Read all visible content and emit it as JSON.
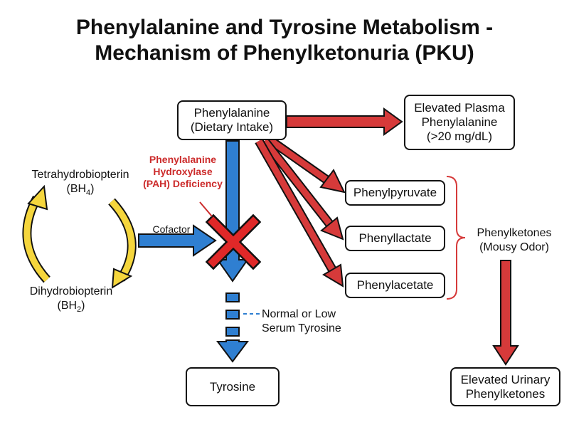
{
  "title": {
    "line1": "Phenylalanine and Tyrosine Metabolism -",
    "line2": "Mechanism of Phenylketonuria (PKU)"
  },
  "nodes": {
    "phenylalanine": {
      "line1": "Phenylalanine",
      "line2": "(Dietary Intake)"
    },
    "elevated_plasma": {
      "line1": "Elevated Plasma",
      "line2": "Phenylalanine",
      "line3": "(>20 mg/dL)"
    },
    "phenylpyruvate": "Phenylpyruvate",
    "phenyllactate": "Phenyllactate",
    "phenylacetate": "Phenylacetate",
    "tyrosine": "Tyrosine",
    "elevated_urinary": {
      "line1": "Elevated Urinary",
      "line2": "Phenylketones"
    }
  },
  "labels": {
    "bh4": {
      "name": "Tetrahydrobiopterin",
      "abbr": "BH",
      "sub": "4"
    },
    "bh2": {
      "name": "Dihydrobiopterin",
      "abbr": "BH",
      "sub": "2"
    },
    "cofactor": "Cofactor",
    "pah": {
      "line1": "Phenylalanine",
      "line2": "Hydroxylase",
      "line3": "(PAH) Deficiency"
    },
    "serum": {
      "line1": "Normal or Low",
      "line2": "Serum Tyrosine"
    },
    "phenylketones": {
      "line1": "Phenylketones",
      "line2": "(Mousy Odor)"
    }
  },
  "colors": {
    "blue_arrow": "#2f7fd1",
    "red_arrow": "#d63a3a",
    "yellow_arrow": "#f5d63d",
    "block_x": "#e02828"
  }
}
